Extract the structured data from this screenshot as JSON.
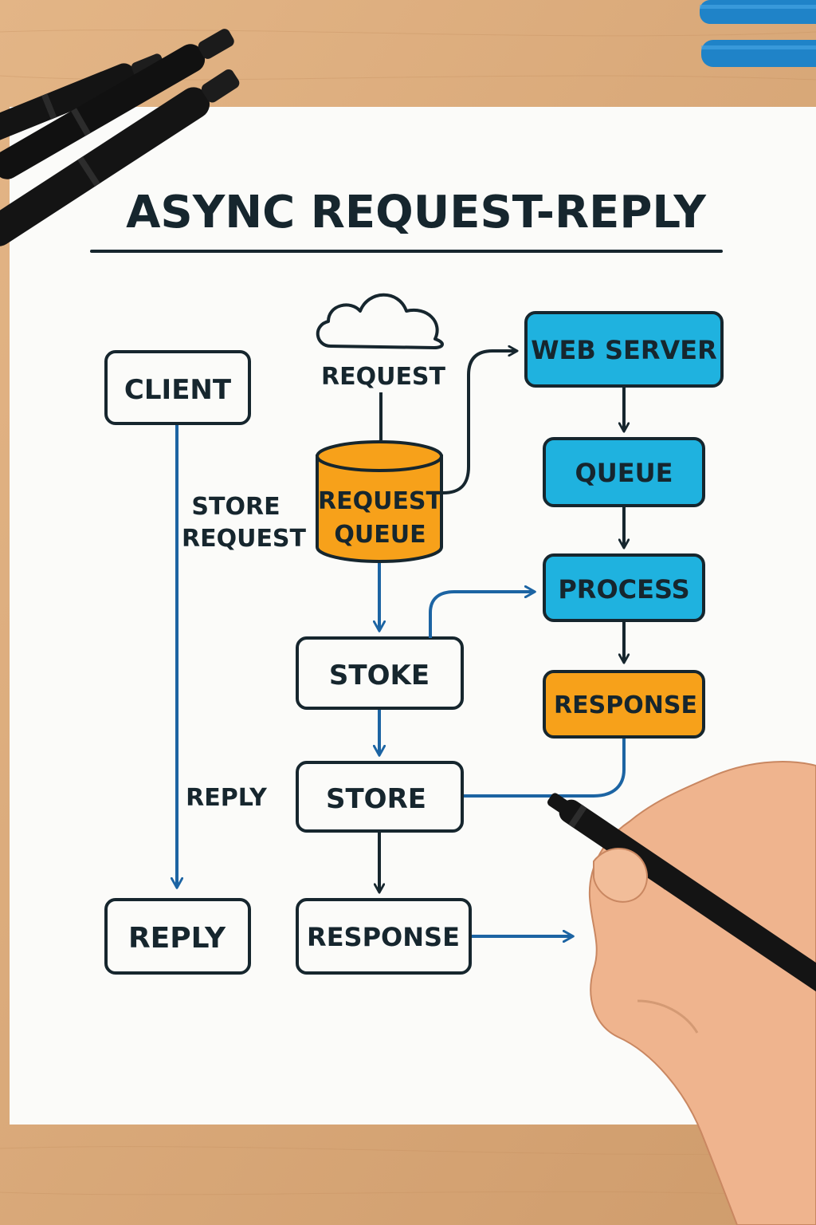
{
  "title": "ASYNC REQUEST-REPLY",
  "colors": {
    "desk": "#d9a978",
    "paper": "#fbfbf9",
    "ink": "#16262e",
    "blue_box": "#1fb2df",
    "orange_box": "#f7a11a",
    "arrow_blue": "#1c64a3",
    "pen": "#141414",
    "blue_pen": "#1f83c8",
    "skin": "#efb48e"
  },
  "nodes": {
    "cloud_label": "REQUEST",
    "client": "CLIENT",
    "store_request_line1": "STORE",
    "store_request_line2": "REQUEST",
    "request_queue_line1": "REQUEST",
    "request_queue_line2": "QUEUE",
    "web_server": "WEB SERVER",
    "queue": "QUEUE",
    "process": "PROCESS",
    "response_orange": "RESPONSE",
    "store_top": "STOKE",
    "store_bottom": "STORE",
    "reply_label": "REPLY",
    "reply_box": "REPLY",
    "response_box": "RESPONSE"
  },
  "icons": {
    "cloud": "cloud-icon",
    "database": "database-icon",
    "markers": "marker-pen-icon",
    "hand": "hand-icon"
  }
}
